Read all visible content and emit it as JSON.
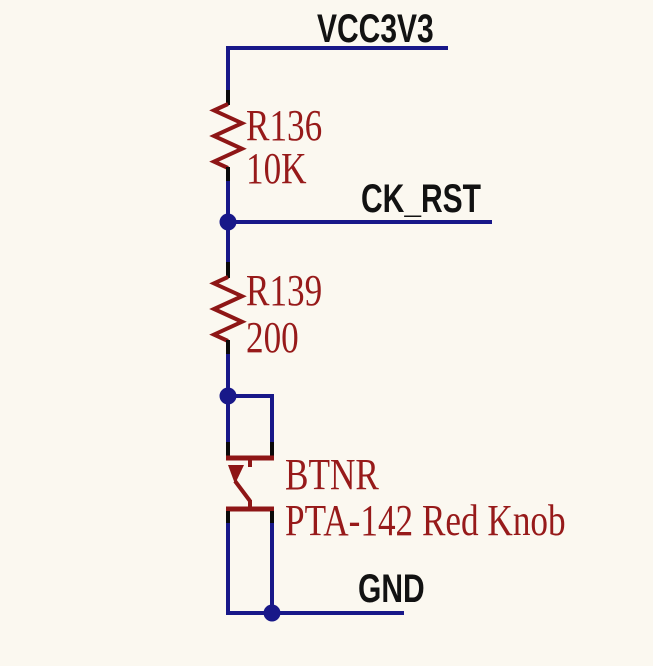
{
  "page": {
    "kind": "circuit-schematic",
    "background": "#FBF8F0"
  },
  "colors": {
    "wire": "#181889",
    "junction_dot": "#181889",
    "pin": "#0A0A0A",
    "component": "#8E1616",
    "component_text": "#971A1A",
    "net_text": "#121212"
  },
  "nets": {
    "vcc": {
      "label": "VCC3V3"
    },
    "ck_rst": {
      "label": "CK_RST"
    },
    "gnd": {
      "label": "GND"
    }
  },
  "components": {
    "r136": {
      "ref": "R136",
      "value": "10K",
      "type": "resistor"
    },
    "r139": {
      "ref": "R139",
      "value": "200",
      "type": "resistor"
    },
    "btnr": {
      "ref": "BTNR",
      "value": "PTA-142 Red Knob",
      "type": "pushbutton"
    }
  }
}
